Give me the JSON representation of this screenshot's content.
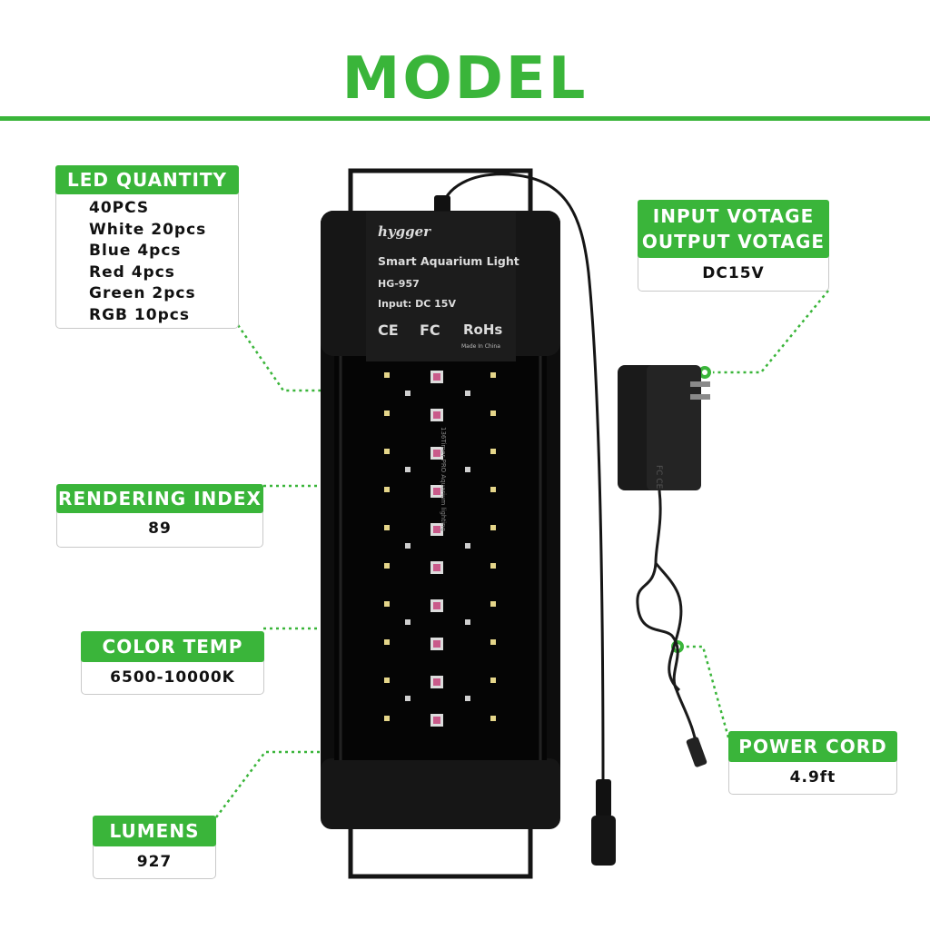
{
  "title": "MODEL",
  "led_quantity": {
    "label": "LED QUANTITY",
    "values": [
      "40PCS",
      "White 20pcs",
      "Blue 4pcs",
      "Red 4pcs",
      "Green 2pcs",
      "RGB 10pcs"
    ]
  },
  "rendering_index": {
    "label": "RENDERING INDEX",
    "value": "89"
  },
  "color_temp": {
    "label": "COLOR TEMP",
    "value": "6500-10000K"
  },
  "lumens": {
    "label": "LUMENS",
    "value": "927"
  },
  "input_voltage": {
    "label_line1": "INPUT VOTAGE",
    "label_line2": "OUTPUT VOTAGE",
    "value": "DC15V"
  },
  "power_cord": {
    "label": "POWER CORD",
    "value": "4.9ft"
  },
  "product_label": {
    "brand": "hygger",
    "name": "Smart Aquarium Light",
    "model": "HG-957",
    "input": "Input: DC 15V",
    "ce": "CE",
    "fc": "FC",
    "rohs": "RoHs",
    "made_in": "Made In China",
    "side_text": "136Timer PRO Aquarium lighting"
  },
  "adapter_marking": "FC CE",
  "colors": {
    "accent": "#3ab53a",
    "device": "#111111"
  }
}
